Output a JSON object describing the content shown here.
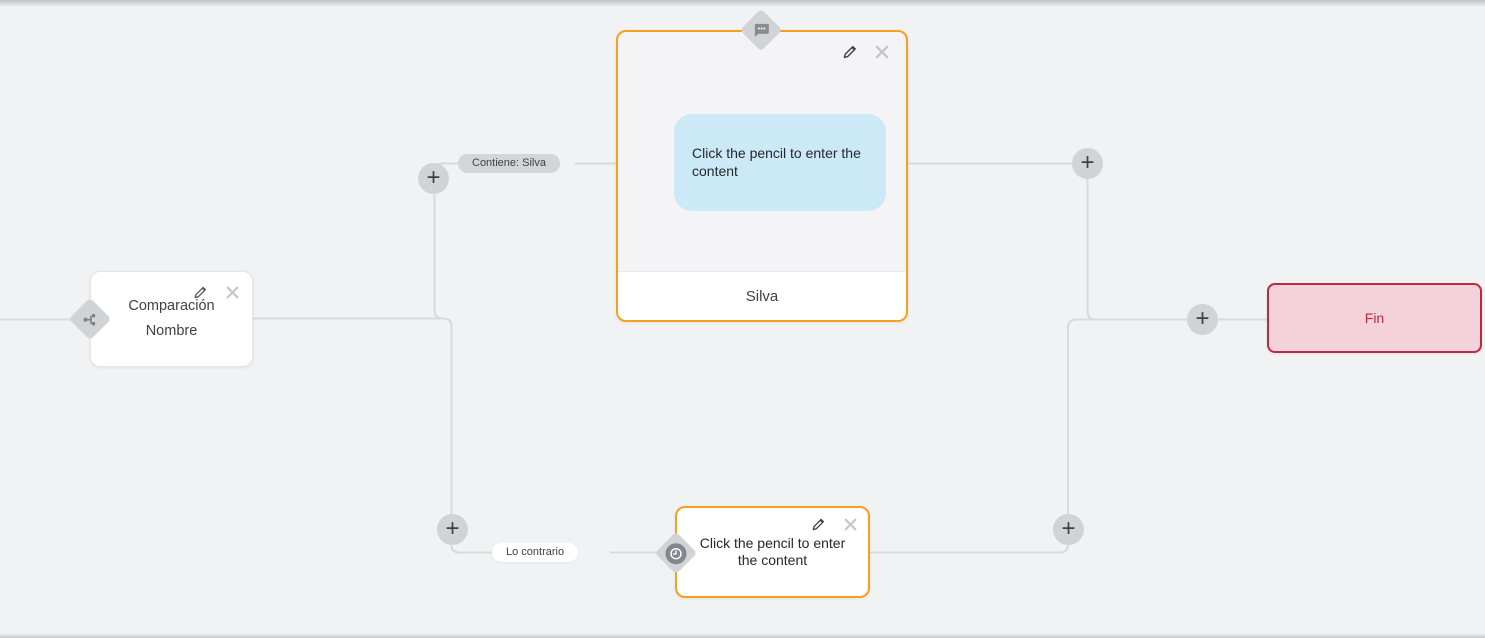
{
  "ui": {
    "plus_label": "+",
    "background_color": "#f1f2f4",
    "line_color": "#d8d9dd",
    "accent_orange": "#f6a01f"
  },
  "edge_labels": {
    "contains": "Contiene: Silva",
    "otherwise": "Lo contrario"
  },
  "nodes": {
    "comparison": {
      "line1": "Comparación",
      "line2": "Nombre"
    },
    "message": {
      "bubble_text": "Click the pencil to enter the content",
      "footer_label": "Silva",
      "bubble_color": "#cbe9f7"
    },
    "wait": {
      "text": "Click the pencil to enter the content"
    },
    "end": {
      "label": "Fin",
      "border_color": "#bf2742",
      "background_color": "#f3d3d9"
    }
  }
}
